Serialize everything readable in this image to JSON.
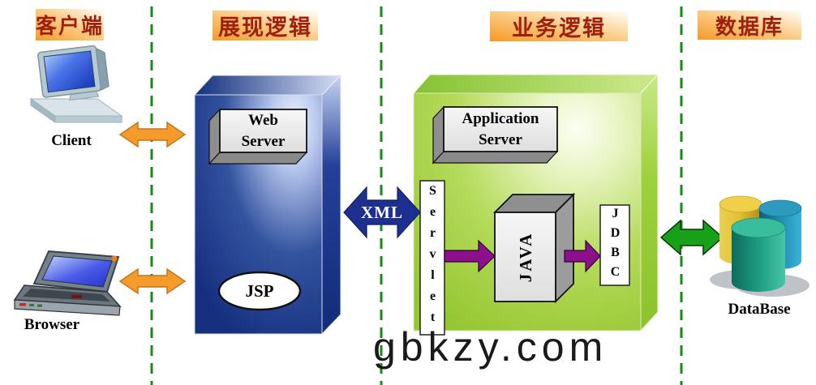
{
  "watermark": "gbkzy.com",
  "headers": {
    "client": "客户端",
    "presentation": "展现逻辑",
    "business": "业务逻辑",
    "database": "数据库"
  },
  "nodes": {
    "client": "Client",
    "browser": "Browser",
    "web_server_line1": "Web",
    "web_server_line2": "Server",
    "jsp": "JSP",
    "xml": "XML",
    "app_server_line1": "Application",
    "app_server_line2": "Server",
    "servlet": "Servlet",
    "java": "JAVA",
    "jdbc": "JDBC",
    "database": "DataBase"
  },
  "colors": {
    "lane_divider_green": "#178A17",
    "header_text_red": "#9E200C",
    "header_bg_orange": "#F49A28",
    "orange_arrow": "#F49B2B",
    "xml_arrow_navy": "#1D2F8F",
    "purple_arrow": "#8C0F8C",
    "green_arrow": "#18A018",
    "blue_box": "#16307F",
    "green_box": "#94C630"
  }
}
